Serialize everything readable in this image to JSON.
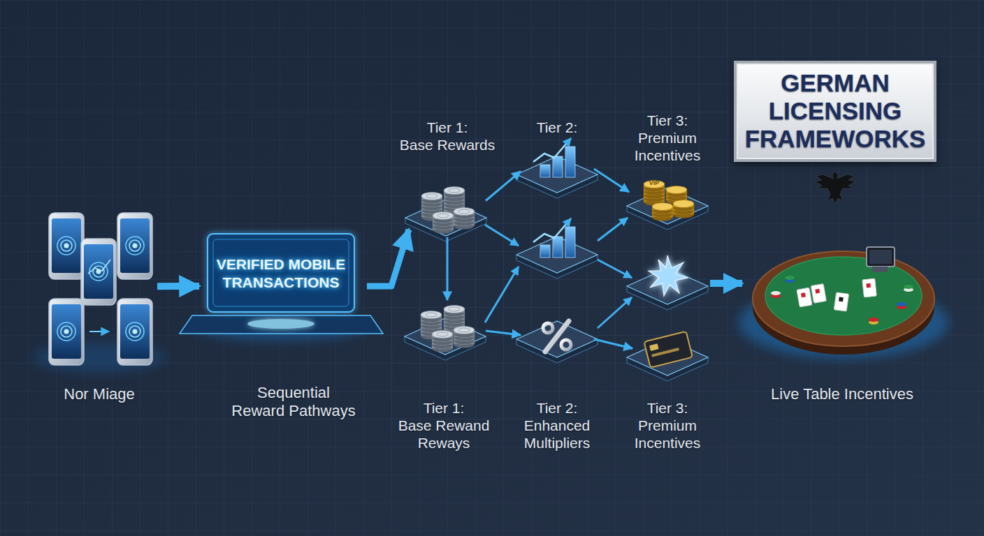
{
  "diagram": {
    "nodes": [
      {
        "text": [
          "Nor Miage"
        ]
      },
      {
        "text": [
          "VERIFIED MOBILE TRANSACTIONS",
          "Sequential Reward Pathways"
        ]
      },
      {
        "text": [
          "Tier 1:",
          "Base Rewards"
        ]
      },
      {
        "text": [
          "Tier 2:"
        ]
      },
      {
        "text": [
          "Tier 3:",
          "Premium Incentives"
        ]
      },
      {
        "text": [
          "Tier 1:",
          "Base Rewand Reways"
        ]
      },
      {
        "text": [
          "Tier 2:",
          "Enhanced Multipliers"
        ]
      },
      {
        "text": [
          "Tier 3:",
          "Premium Incentives"
        ]
      },
      {
        "text": [
          "GERMAN LICENSING FRAMEWORKS"
        ]
      },
      {
        "text": [
          "Live Table Incentives"
        ]
      }
    ],
    "edges": [
      {
        "from": 0,
        "to": 1,
        "arrow": "to"
      },
      {
        "from": 1,
        "to": 2,
        "arrow": "to"
      },
      {
        "from": 2,
        "to": 3,
        "arrow": "to"
      },
      {
        "from": 2,
        "to": 5,
        "arrow": "to"
      },
      {
        "from": 3,
        "to": 4,
        "arrow": "to"
      },
      {
        "from": 5,
        "to": 6,
        "arrow": "to"
      },
      {
        "from": 6,
        "to": 7,
        "arrow": "to"
      }
    ],
    "labels": [
      "VIP"
    ]
  }
}
